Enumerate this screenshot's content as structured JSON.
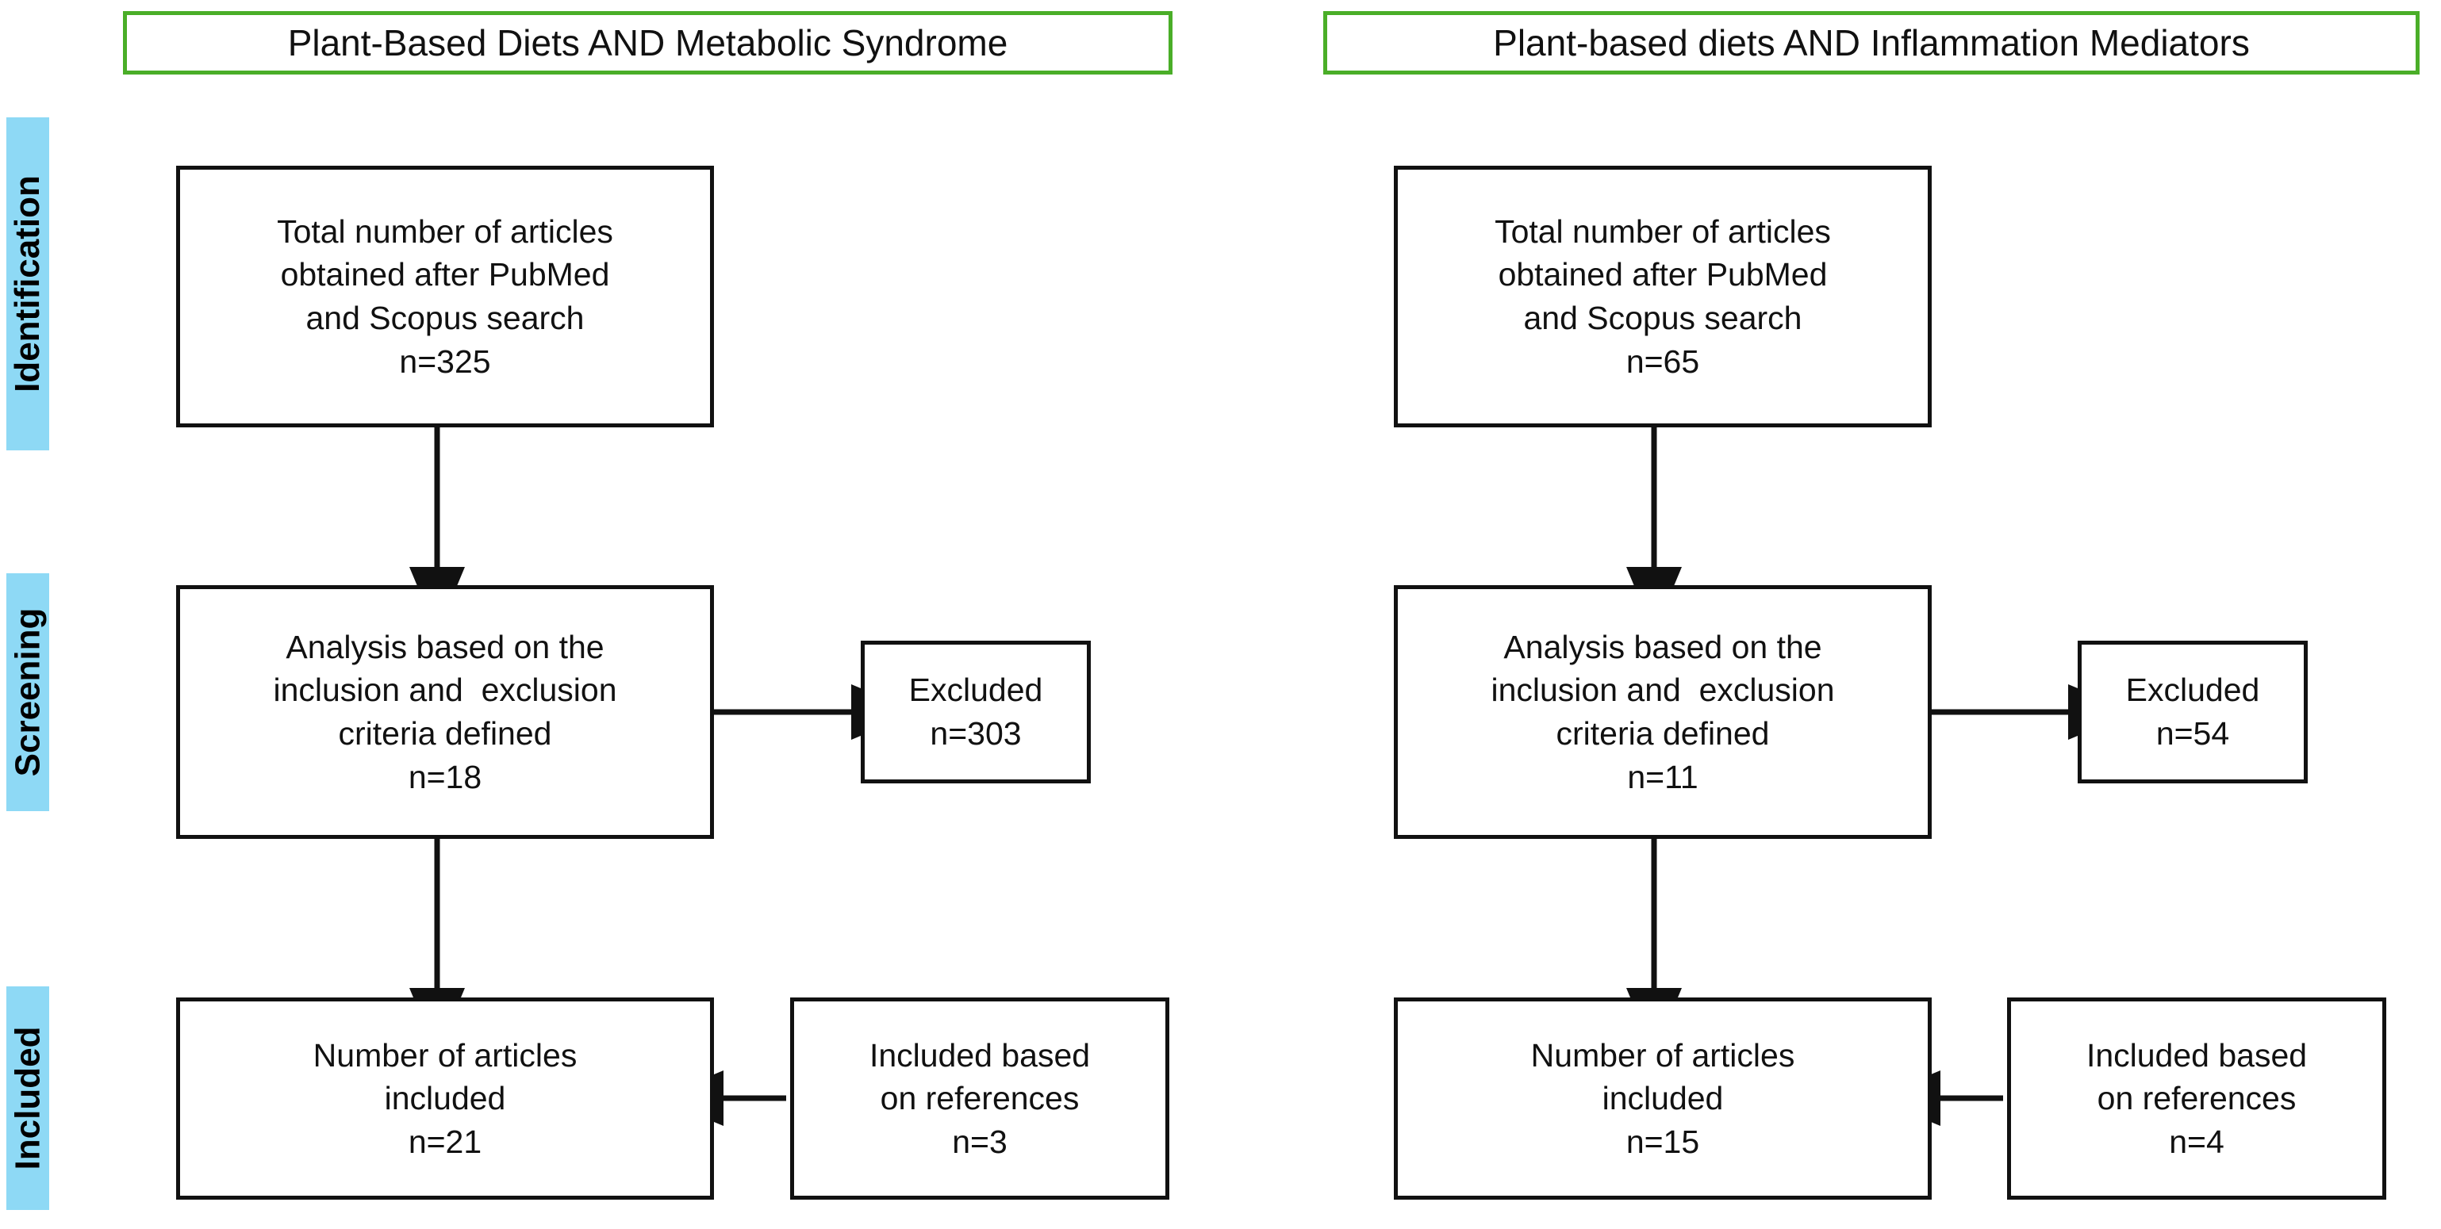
{
  "diagram": {
    "type": "prisma-flow-diagram",
    "colors": {
      "stage_label_background": "#8ed9f5",
      "title_border": "#4aae28",
      "box_border": "#111111",
      "text": "#111111",
      "background": "#ffffff"
    }
  },
  "stages": [
    {
      "label": "Identification"
    },
    {
      "label": "Screening"
    },
    {
      "label": "Included"
    }
  ],
  "columns": [
    {
      "title": "Plant-Based Diets AND Metabolic Syndrome",
      "identification": {
        "lines": [
          "Total number of articles",
          "obtained after PubMed",
          "and Scopus search",
          "n=325"
        ],
        "count": "n=325"
      },
      "screening": {
        "lines": [
          "Analysis based on the",
          "inclusion and  exclusion",
          "criteria defined",
          "n=18"
        ],
        "count": "n=18"
      },
      "excluded": {
        "lines": [
          "Excluded",
          "n=303"
        ],
        "count": "n=303"
      },
      "included": {
        "lines": [
          "Number of articles",
          "included",
          "n=21"
        ],
        "count": "n=21"
      },
      "references": {
        "lines": [
          "Included based",
          "on references",
          "n=3"
        ],
        "count": "n=3"
      }
    },
    {
      "title": "Plant-based diets AND Inflammation Mediators",
      "identification": {
        "lines": [
          "Total number of articles",
          "obtained after PubMed",
          "and Scopus search",
          "n=65"
        ],
        "count": "n=65"
      },
      "screening": {
        "lines": [
          "Analysis based on the",
          "inclusion and  exclusion",
          "criteria defined",
          "n=11"
        ],
        "count": "n=11"
      },
      "excluded": {
        "lines": [
          "Excluded",
          "n=54"
        ],
        "count": "n=54"
      },
      "included": {
        "lines": [
          "Number of articles",
          "included",
          "n=15"
        ],
        "count": "n=15"
      },
      "references": {
        "lines": [
          "Included based",
          "on references",
          "n=4"
        ],
        "count": "n=4"
      }
    }
  ]
}
